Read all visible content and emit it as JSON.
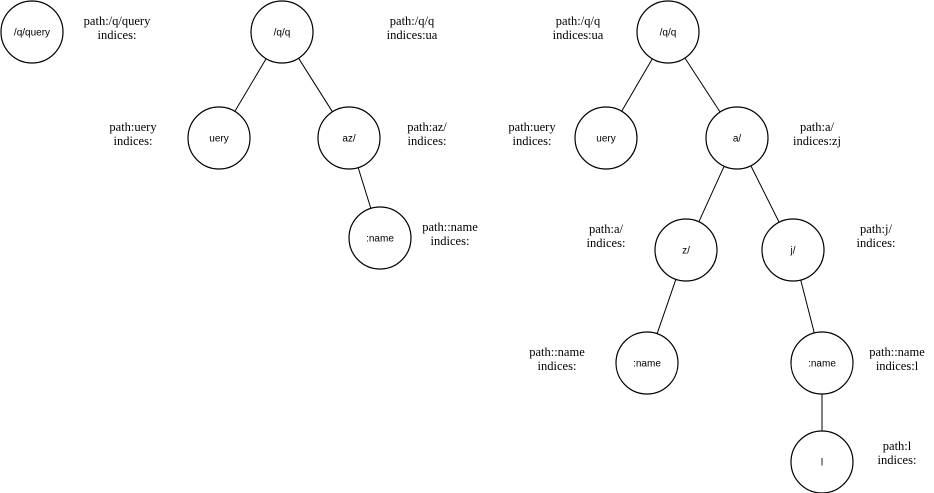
{
  "trees": [
    {
      "nodes": [
        {
          "id": "t1_root",
          "label": "/q/query",
          "annotation": [
            "path:/q/query",
            "indices:"
          ]
        }
      ],
      "edges": []
    },
    {
      "nodes": [
        {
          "id": "t2_root",
          "label": "/q/q",
          "annotation": [
            "path:/q/q",
            "indices:ua"
          ]
        },
        {
          "id": "t2_uery",
          "label": "uery",
          "annotation": [
            "path:uery",
            "indices:"
          ]
        },
        {
          "id": "t2_az",
          "label": "az/",
          "annotation": [
            "path:az/",
            "indices:"
          ]
        },
        {
          "id": "t2_name",
          "label": ":name",
          "annotation": [
            "path::name",
            "indices:"
          ]
        }
      ],
      "edges": [
        [
          "t2_root",
          "t2_uery"
        ],
        [
          "t2_root",
          "t2_az"
        ],
        [
          "t2_az",
          "t2_name"
        ]
      ]
    },
    {
      "nodes": [
        {
          "id": "t3_root",
          "label": "/q/q",
          "annotation": [
            "path:/q/q",
            "indices:ua"
          ]
        },
        {
          "id": "t3_uery",
          "label": "uery",
          "annotation": [
            "path:uery",
            "indices:"
          ]
        },
        {
          "id": "t3_a",
          "label": "a/",
          "annotation": [
            "path:a/",
            "indices:zj"
          ]
        },
        {
          "id": "t3_z",
          "label": "z/",
          "annotation": [
            "path:a/",
            "indices:"
          ]
        },
        {
          "id": "t3_j",
          "label": "j/",
          "annotation": [
            "path:j/",
            "indices:"
          ]
        },
        {
          "id": "t3_zname",
          "label": ":name",
          "annotation": [
            "path::name",
            "indices:"
          ]
        },
        {
          "id": "t3_jname",
          "label": ":name",
          "annotation": [
            "path::name",
            "indices:l"
          ]
        },
        {
          "id": "t3_l",
          "label": "l",
          "annotation": [
            "path:l",
            "indices:"
          ]
        }
      ],
      "edges": [
        [
          "t3_root",
          "t3_uery"
        ],
        [
          "t3_root",
          "t3_a"
        ],
        [
          "t3_a",
          "t3_z"
        ],
        [
          "t3_a",
          "t3_j"
        ],
        [
          "t3_z",
          "t3_zname"
        ],
        [
          "t3_j",
          "t3_jname"
        ],
        [
          "t3_jname",
          "t3_l"
        ]
      ]
    }
  ]
}
